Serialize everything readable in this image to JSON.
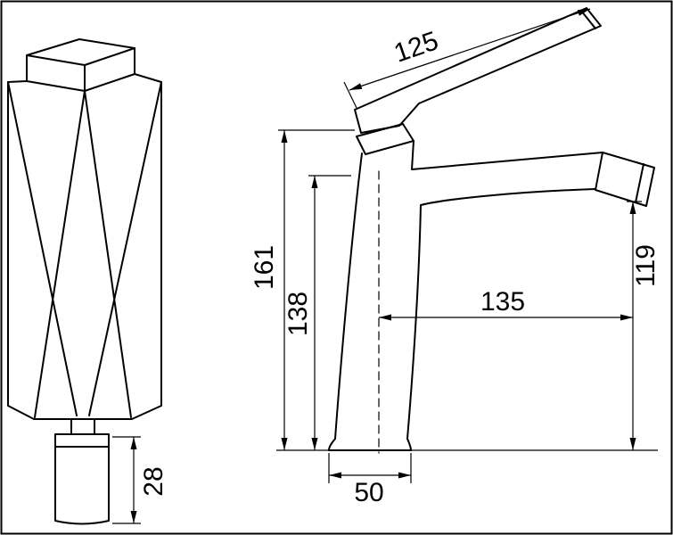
{
  "colors": {
    "line": "#000000",
    "background": "#ffffff"
  },
  "dimensions": {
    "lever_length": "125",
    "total_height": "161",
    "body_height": "138",
    "spout_reach": "135",
    "outlet_height": "119",
    "base_width": "50",
    "aerator_height": "28"
  }
}
